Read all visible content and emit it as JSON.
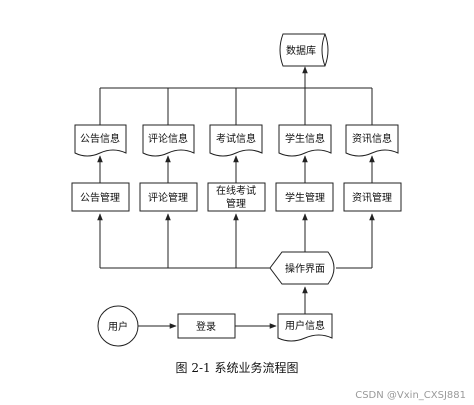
{
  "diagram": {
    "database": "数据库",
    "docs": [
      "公告信息",
      "评论信息",
      "考试信息",
      "学生信息",
      "资讯信息"
    ],
    "mgmt": [
      "公告管理",
      "评论管理",
      "在线考试",
      "学生管理",
      "资讯管理"
    ],
    "mgmt_exam_line2": "管理",
    "interface": "操作界面",
    "user": "用户",
    "login": "登录",
    "user_info": "用户信息",
    "caption": "图 2-1  系统业务流程图",
    "watermark": "CSDN @Vxin_CXSJ881"
  }
}
